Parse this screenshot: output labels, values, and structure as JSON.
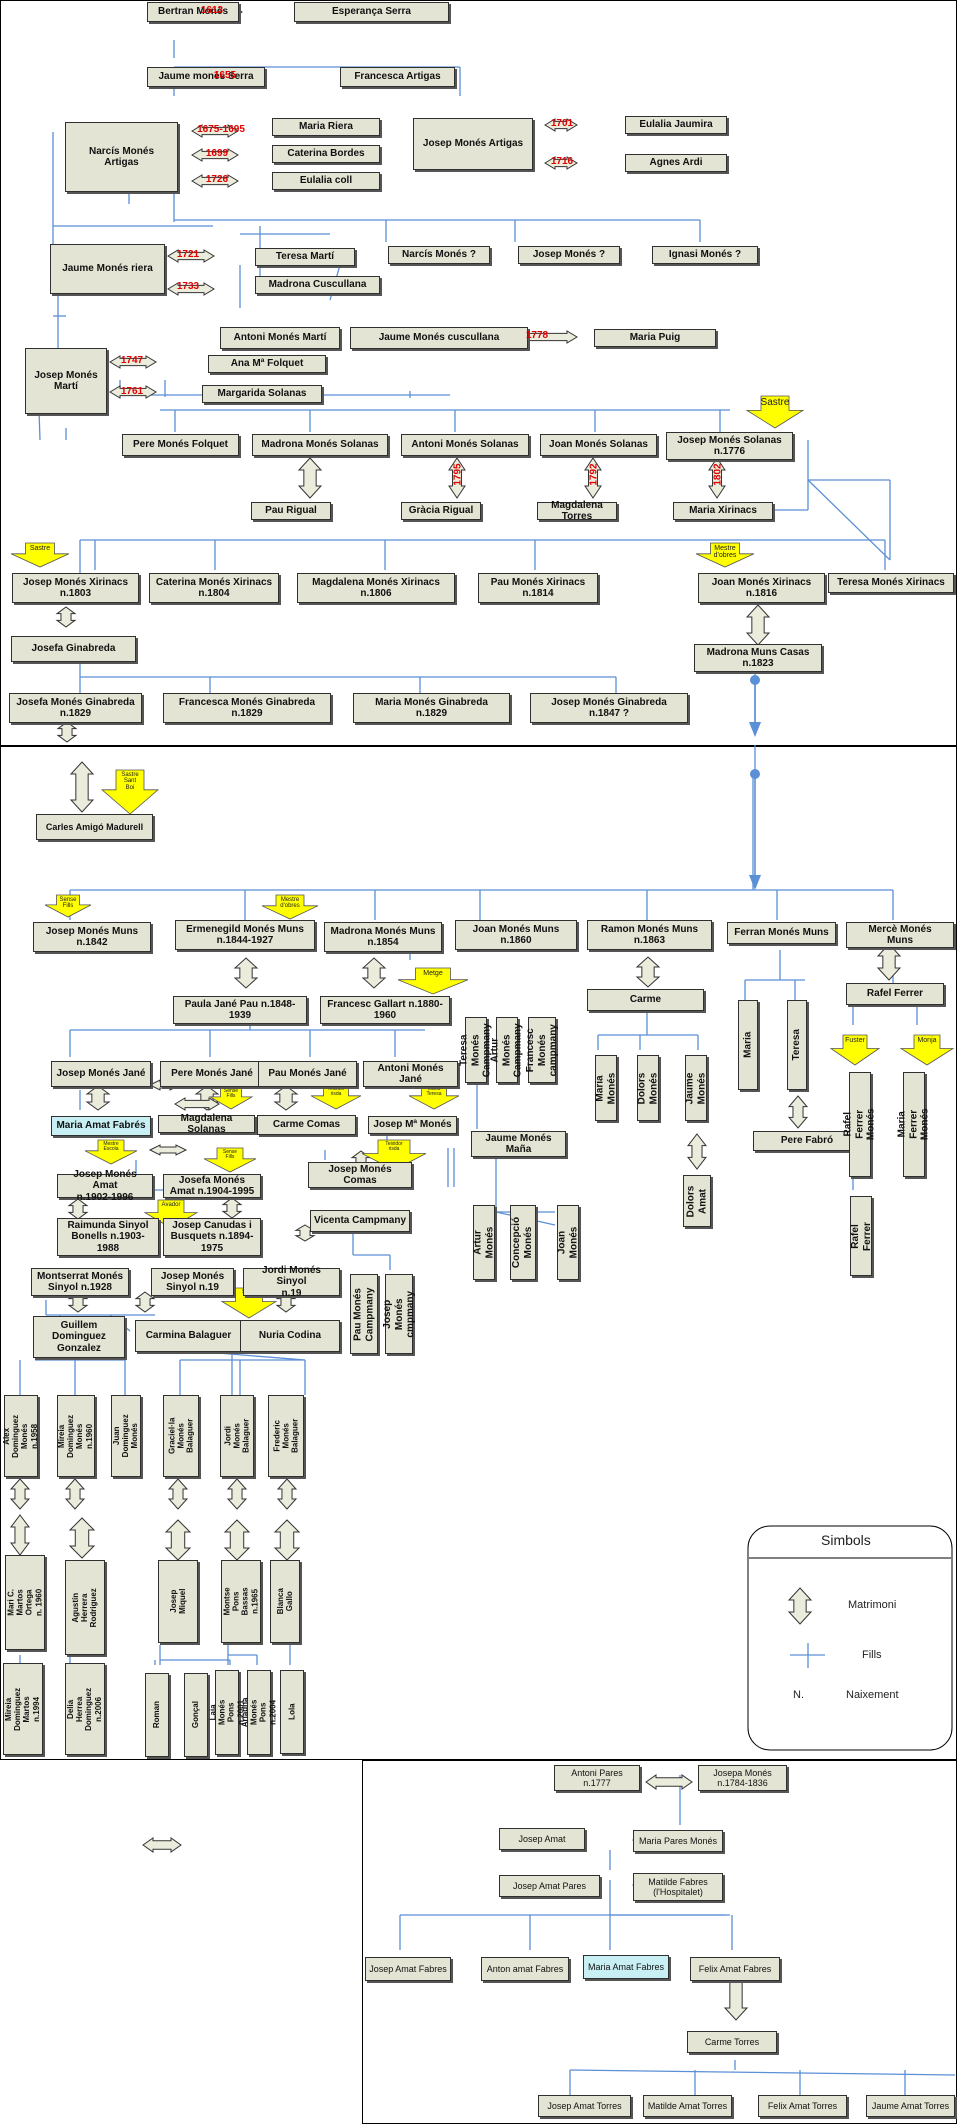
{
  "years": {
    "y1613": "1613",
    "y1655": "1655",
    "y1675": "1675-1695",
    "y1699": "1699",
    "y1726": "1726",
    "y1701": "1701",
    "y1716": "1716",
    "y1721": "1721",
    "y1733": "1733",
    "y1778": "1778",
    "y1747": "1747",
    "y1761": "1761",
    "y1795": "1795",
    "y1792": "1792",
    "y1802": "1802"
  },
  "people": {
    "bertran": "Bertran Monés",
    "esperanca": "Esperança Serra",
    "jaume_serra": "Jaume monés Serra",
    "francesca": "Francesca Artigas",
    "narcis": "Narcís Monés\nArtigas",
    "maria_riera": "Maria Riera",
    "caterina_bordes": "Caterina Bordes",
    "eulalia_coll": "Eulalia coll",
    "josep_artigas": "Josep Monés Artigas",
    "eulalia_jaumira": "Eulalia Jaumira",
    "agnes_ardi": "Agnes Ardi",
    "jaume_riera": "Jaume Monés riera",
    "teresa_marti": "Teresa Martí",
    "narcis_q": "Narcís Monés ?",
    "josep_q": "Josep Monés ?",
    "ignasi_q": "Ignasi Monés ?",
    "madrona_cuscullana": "Madrona Cuscullana",
    "antoni_marti": "Antoni Monés Martí",
    "jaume_cuscullana": "Jaume Monés cuscullana",
    "maria_puig": "Maria Puig",
    "josep_marti": "Josep Monés\nMartí",
    "ana_folquet": "Ana Mª Folquet",
    "margarida": "Margarida Solanas",
    "pere_folquet": "Pere Monés Folquet",
    "madrona_solanas": "Madrona Monés Solanas",
    "antoni_solanas": "Antoni Monés Solanas",
    "joan_solanas": "Joan Monés Solanas",
    "josep_solanas": "Josep Monés Solanas\nn.1776",
    "pau_rigual": "Pau Rigual",
    "gracia_rigual": "Gràcia Rigual",
    "magdalena_torres": "Magdalena Torres",
    "maria_xirinacs": "Maria Xirinacs",
    "josep_xirinacs": "Josep  Monés Xirinacs\nn.1803",
    "caterina_xirinacs": "Caterina Monés Xirinacs\nn.1804",
    "magdalena_xirinacs": "Magdalena  Monés Xirinacs\nn.1806",
    "pau_xirinacs": "Pau Monés Xirinacs\nn.1814",
    "joan_xirinacs": "Joan Monés Xirinacs\nn.1816",
    "teresa_xirinacs": "Teresa Monés Xirinacs",
    "josefa_ginabreda": "Josefa Ginabreda",
    "madrona_muns": "Madrona Muns Casas\nn.1823",
    "josefa_mg": "Josefa Monés Ginabreda\nn.1829",
    "francesca_mg": "Francesca  Monés Ginabreda\nn.1829",
    "maria_mg": "Maria  Monés Ginabreda\nn.1829",
    "josep_mg": "Josep  Monés Ginabreda\nn.1847 ?",
    "carles": "Carles Amigó Madurell",
    "josep_muns": "Josep Monés Muns\nn.1842",
    "ermenegild": "Ermenegild  Monés Muns\nn.1844-1927",
    "madrona_mm": "Madrona  Monés Muns\nn.1854",
    "joan_muns": "Joan   Monés Muns\nn.1860",
    "ramon_muns": "Ramon  Monés Muns\nn.1863",
    "ferran_muns": "Ferran  Monés Muns",
    "merce_muns": "Mercè Monés\nMuns",
    "paula_jane": "Paula Jané Pau n.1848-\n1939",
    "francesc_gallart": "Francesc Gallart  n.1880-\n1960",
    "carme1": "Carme",
    "rafel_ferrer": "Rafel Ferrer",
    "josep_jane": "Josep Monés Jané",
    "pere_jane": "Pere Monés Jané",
    "pau_jane": "Pau Monés Jané",
    "antoni_jane": "Antoni Monés Jané",
    "maria_amat_fabres": "Maria Amat Fabrés",
    "magdalena_solanas2": "Magdalena Solanas",
    "carme_comas": "Carme Comas",
    "josep_m_mones": "Josep Mª Monés",
    "josep_mones_amat": "Josep Monés Amat\nn.1902-1996",
    "josefa_mones_amat": "Josefa Monés\nAmat n.1904-1995",
    "raimunda": "Raimunda Sinyol\nBonells n.1903-\n1988",
    "josep_canudas": "Josep Canudas i\nBusquets n.1894-\n1975",
    "josep_mones_comas": "Josep Monés\nComas",
    "vicenta": "Vicenta Campmany",
    "jaume_mana": "Jaume Monés\nMaña",
    "montserrat": "Montserrat Monés\nSinyol n.1928",
    "josep_sinyol": "Josep Monés\nSinyol n.19",
    "jordi_sinyol": "Jordi Monés Sinyol\nn.19",
    "guillem": "Guillem\nDominguez\nGonzalez",
    "carmina": "Carmina Balaguer",
    "nuria": "Nuria Codina",
    "pere_fabro": "Pere Fabró",
    "v_teresa_campmany": "Teresa Monés\nCampmany",
    "v_artur_campmany": "Artur Monés\nCampmany",
    "v_francesc_campmany": "Francesc\nMonés\ncampmany",
    "v_maria_m": "Maria Monés",
    "v_dolors_m": "Dolors Monés",
    "v_jaume_m": "Jaume Monés",
    "v_dolors_amat": "Dolors\nAmat",
    "v_maria": "Maria",
    "v_teresa": "Teresa",
    "v_rafel_ferrer_mones": "Rafel Ferrer Monés",
    "v_maria_ferrer_mones": "Maria Ferrer\nMonés",
    "v_rafel_ferrer2": "Rafel Ferrer",
    "v_artur_m": "Artur Monés",
    "v_concepcio": "Concepció\nMonés",
    "v_joan_m": "Joan Monés",
    "v_pau_campmany": "Pau Monés\nCampmany",
    "v_josep_cmpmany": "Josep Monés\ncmpmany",
    "v_alex": "Alex\nDominguez\nMonés n.1958",
    "v_mireia": "Mireia\nDominguez\nMonés n.1960",
    "v_juan": "Juan\nDominguez\nMonés",
    "v_graciela": "Graciel·la\nMonés\nBalaguer",
    "v_jordi_bal": "Jordi Monés\nBalaguer",
    "v_frederic": "Frederic\nMonés\nBalaguer",
    "v_mari_c": "Mari C. Martos\nOrtega n. 1960",
    "v_agustin": "Agustín\nHerrera\nRodriguez",
    "v_josep_miquel": "Josep Miquel",
    "v_montse": "Montse Pons\nBassas n.1965",
    "v_blanca": "Blanca Gallo",
    "v_mireia2": "Mireia\nDominguez\nMartos n.1994",
    "v_delia": "Delia Herrea\nDominguez\nn.2006",
    "v_roman": "Roman",
    "v_goncal": "Gonçal",
    "v_laia": "Laia Monés\nPons n.2001",
    "v_ariadna": "Ariadna Monés\nPons n.2004",
    "v_lola": "Lola",
    "antoni_pares": "Antoni Pares\nn.1777",
    "josepa_mones": "Josepa Monés\nn.1784-1836",
    "josep_amat": "Josep Amat",
    "maria_pares_mones": "Maria Pares Monés",
    "josep_amat_pares": "Josep Amat Pares",
    "matilde_fabres": "Matilde Fabres\n(l'Hospitalet)",
    "josep_amat_fabres": "Josep Amat Fabres",
    "anton_amat_fabres": "Anton amat Fabres",
    "maria_amat_fabres2": "Maria Amat Fabres",
    "felix_amat_fabres": "Felix Amat Fabres",
    "carme_torres": "Carme Torres",
    "josep_amat_torres": "Josep Amat Torres",
    "matilde_amat_torres": "Matilde Amat Torres",
    "felix_amat_torres": "Felix Amat Torres",
    "jaume_amat_torres": "Jaume Amat Torres"
  },
  "tags": {
    "sastre1": "Sastre",
    "sastre2": "Sastre",
    "mestre_obres1": "Mestre\nd'obres",
    "sastre_sant_boi": "Sastre\nSant\nBoi",
    "sense_fills1": "Sense\nFills",
    "mestre_obres2": "Mestre\nd'obres",
    "metge": "Metge",
    "fuster": "Fuster",
    "monja": "Monja",
    "sense_fills2": "Sense\nFills",
    "teixidor1": "Teixidor\nrisda",
    "teixidor2": "Teixidor\nrisda",
    "maria_teresa": "Maria\nTeresa",
    "mestre_escola": "Mestre\nEscola",
    "sense_fills3": "Sense\nFills",
    "avador": "Avador",
    "sense_fills4": "Sense\nFills"
  },
  "legend": {
    "title": "Simbols",
    "matrimoni": "Matrimoni",
    "fills": "Fills",
    "naixement_symbol": "N.",
    "naixement": "Naixement"
  },
  "colors": {
    "box_fill": "#e4e4d4",
    "selected_fill": "#c8f0f4",
    "line": "#5b8fd6",
    "year": "#e00000",
    "tag_arrow": "#ffff00"
  }
}
